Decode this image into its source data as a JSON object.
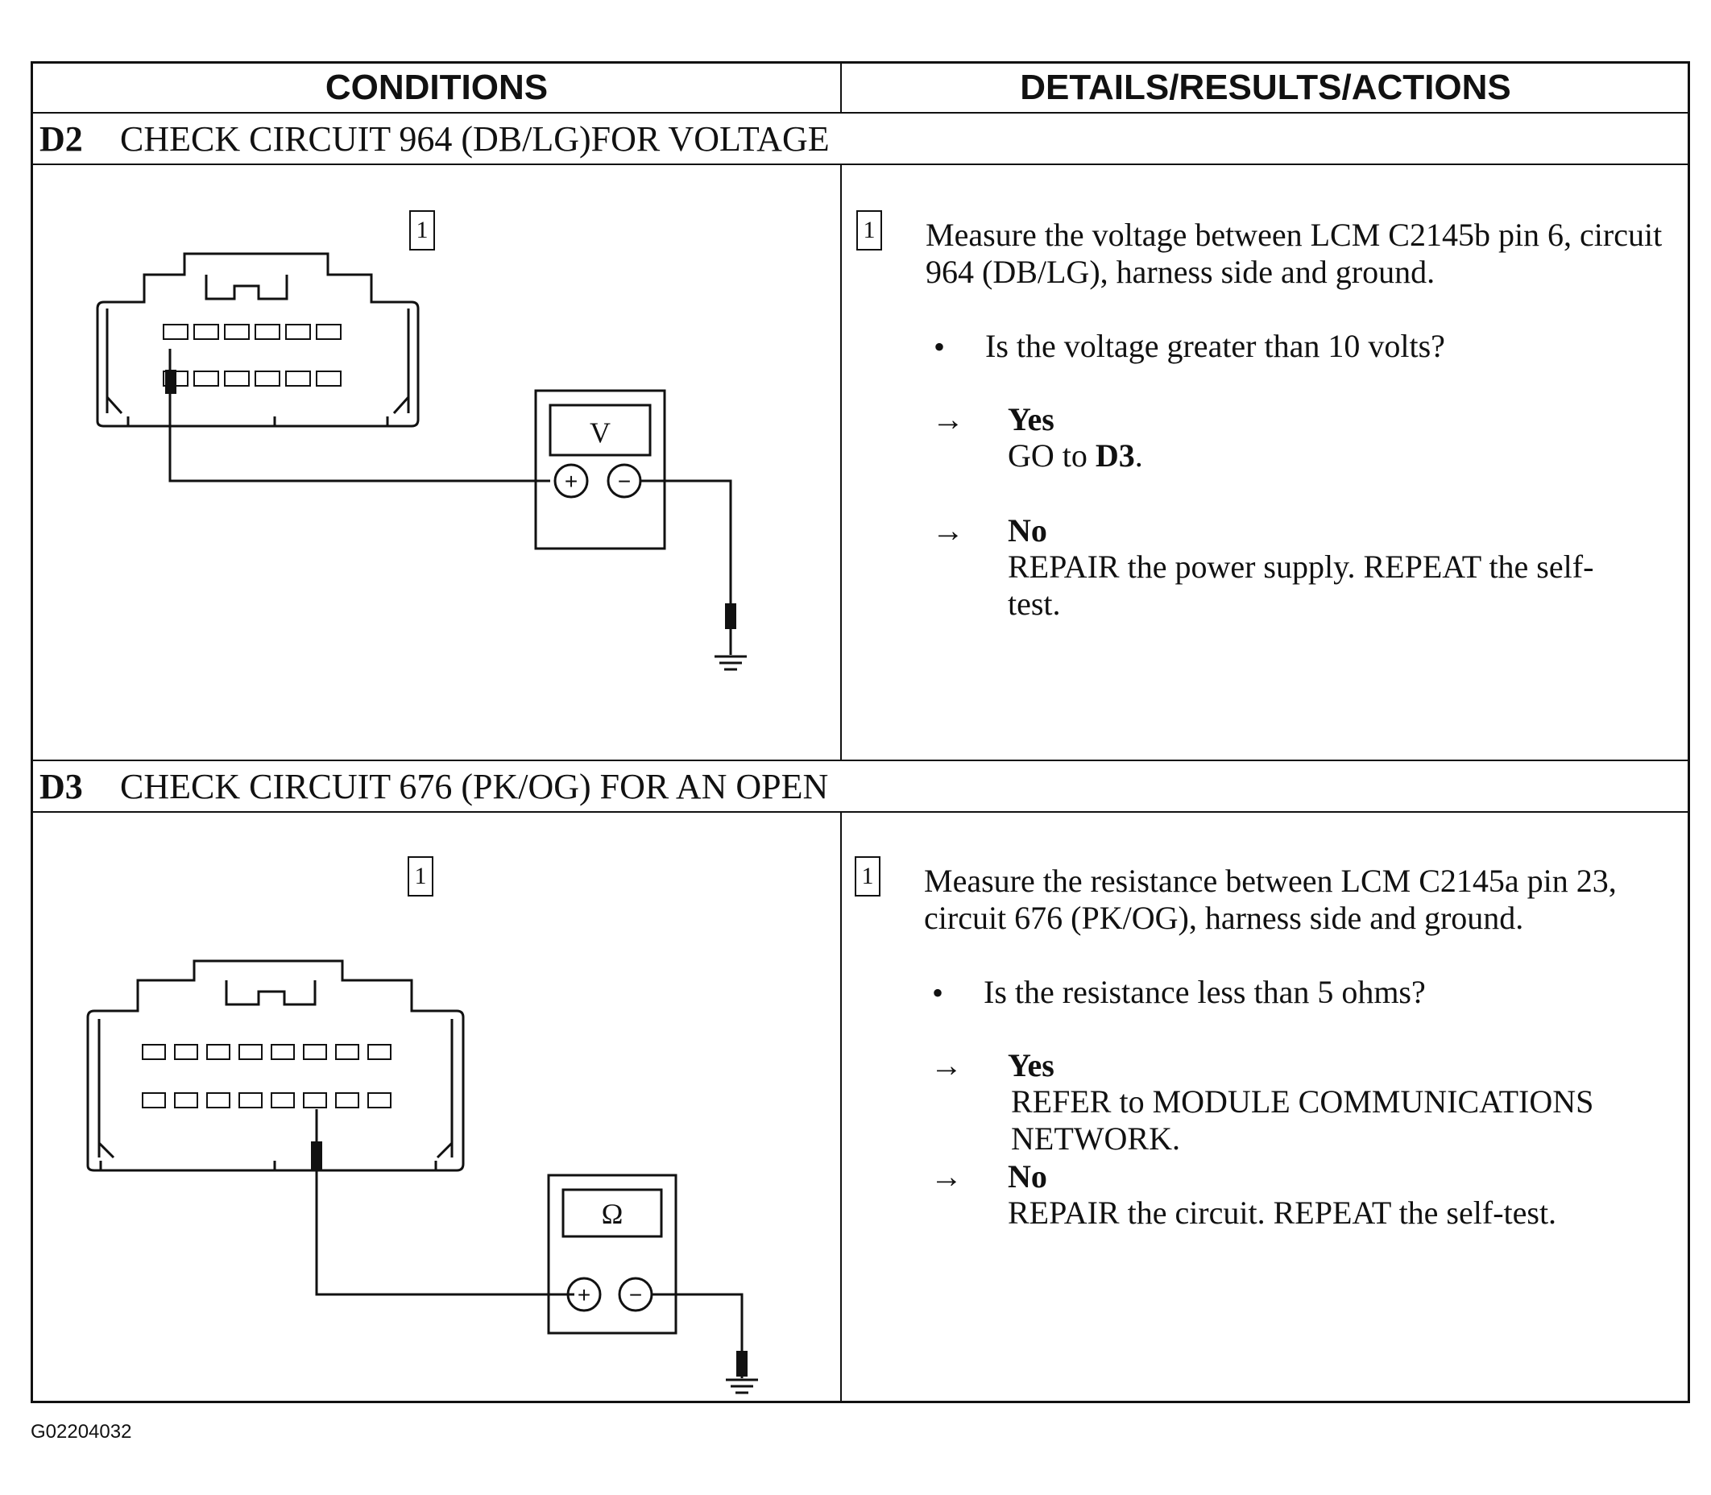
{
  "columns": {
    "conditions": "CONDITIONS",
    "details": "DETAILS/RESULTS/ACTIONS"
  },
  "steps": [
    {
      "id": "D2",
      "title": "CHECK CIRCUIT 964 (DB/LG)FOR VOLTAGE",
      "callout": "1",
      "meter_symbol": "V",
      "instruction": "Measure the voltage between LCM C2145b pin 6, circuit 964 (DB/LG), harness side and ground.",
      "question": "Is the voltage greater than 10 volts?",
      "yes_label": "Yes",
      "yes_text_prefix": "GO to ",
      "yes_text_bold": "D3",
      "yes_text_suffix": ".",
      "no_label": "No",
      "no_text": "REPAIR the power supply. REPEAT the self-test."
    },
    {
      "id": "D3",
      "title": "CHECK CIRCUIT 676 (PK/OG) FOR AN OPEN",
      "callout": "1",
      "meter_symbol": "Ω",
      "instruction": "Measure the resistance between LCM C2145a pin 23, circuit 676 (PK/OG), harness side and ground.",
      "question": "Is the resistance less than 5 ohms?",
      "yes_label": "Yes",
      "yes_text": "REFER to MODULE COMMUNICATIONS NETWORK.",
      "no_label": "No",
      "no_text": "REPAIR the circuit. REPEAT the self-test."
    }
  ],
  "symbols": {
    "bullet": "•",
    "arrow": "→",
    "plus": "+",
    "minus": "−"
  },
  "figure_id": "G02204032"
}
